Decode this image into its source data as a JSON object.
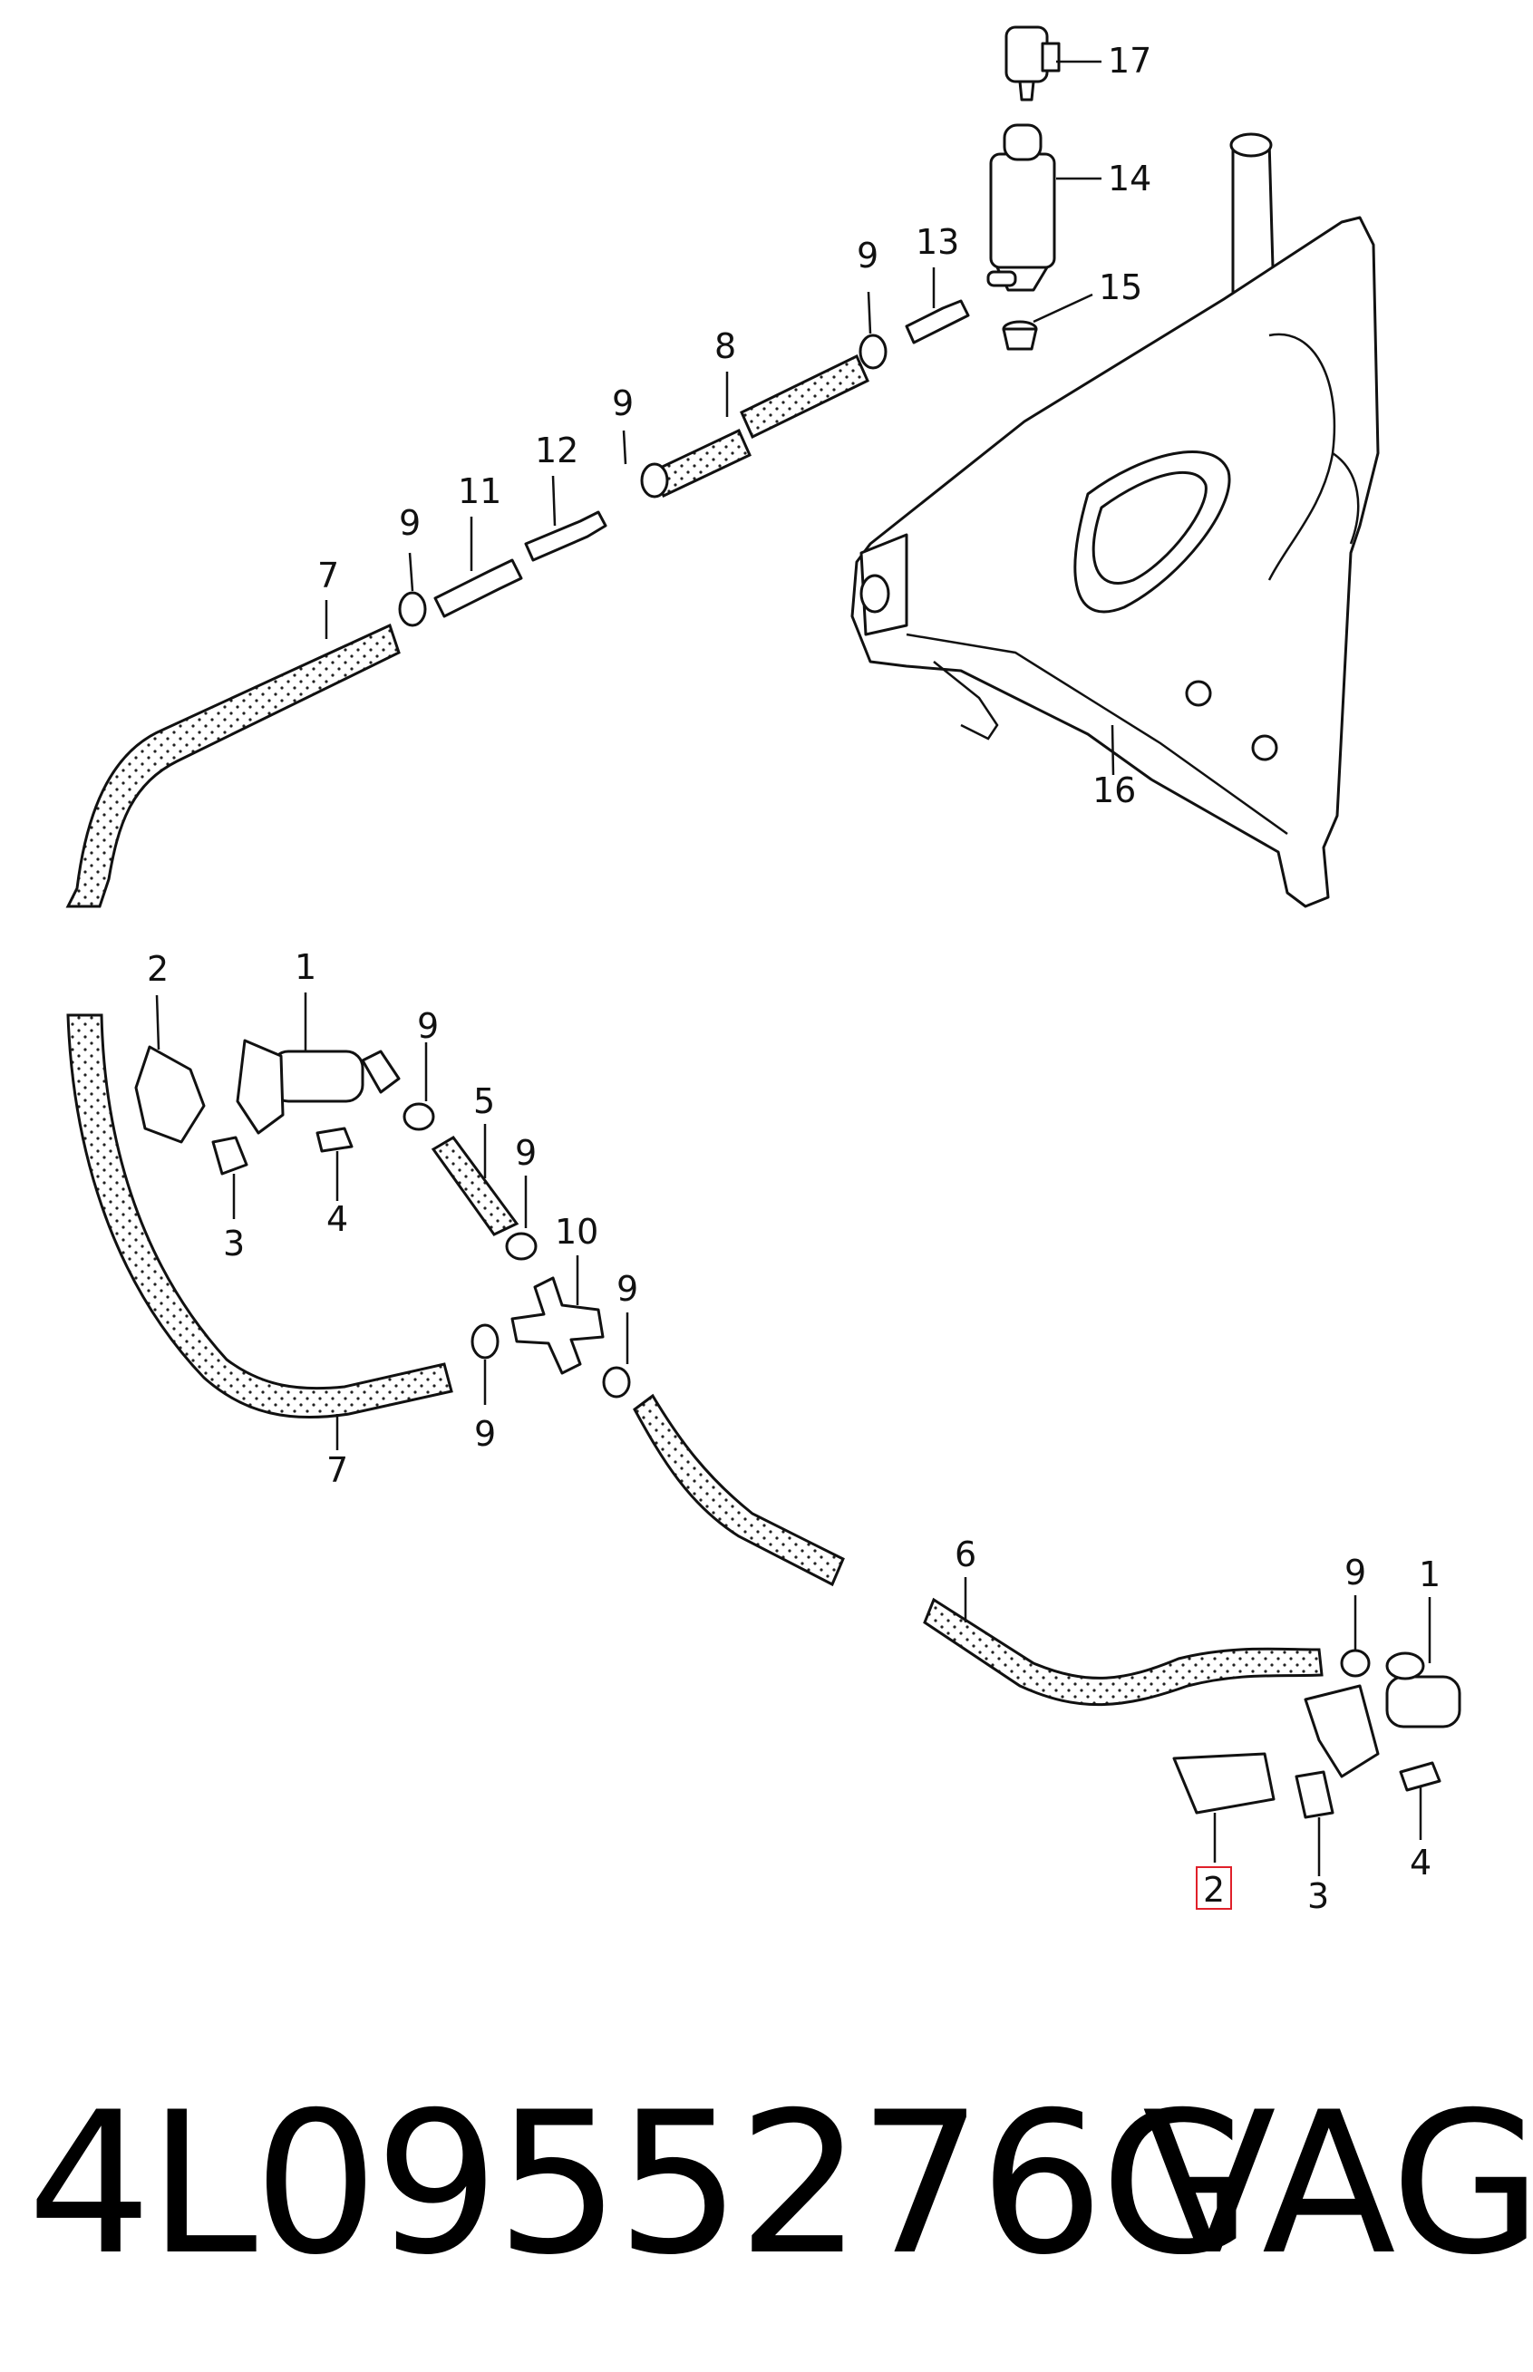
{
  "diagram": {
    "callouts": [
      {
        "id": "c17",
        "text": "17"
      },
      {
        "id": "c14",
        "text": "14"
      },
      {
        "id": "c15",
        "text": "15"
      },
      {
        "id": "c13",
        "text": "13"
      },
      {
        "id": "c9a",
        "text": "9"
      },
      {
        "id": "c8",
        "text": "8"
      },
      {
        "id": "c9b",
        "text": "9"
      },
      {
        "id": "c12",
        "text": "12"
      },
      {
        "id": "c11",
        "text": "11"
      },
      {
        "id": "c9c",
        "text": "9"
      },
      {
        "id": "c7a",
        "text": "7"
      },
      {
        "id": "c16",
        "text": "16"
      },
      {
        "id": "c2a",
        "text": "2"
      },
      {
        "id": "c1a",
        "text": "1"
      },
      {
        "id": "c9d",
        "text": "9"
      },
      {
        "id": "c5",
        "text": "5"
      },
      {
        "id": "c9e",
        "text": "9"
      },
      {
        "id": "c10",
        "text": "10"
      },
      {
        "id": "c3a",
        "text": "3"
      },
      {
        "id": "c4a",
        "text": "4"
      },
      {
        "id": "c9f",
        "text": "9"
      },
      {
        "id": "c9g",
        "text": "9"
      },
      {
        "id": "c7b",
        "text": "7"
      },
      {
        "id": "c6",
        "text": "6"
      },
      {
        "id": "c9h",
        "text": "9"
      },
      {
        "id": "c1b",
        "text": "1"
      },
      {
        "id": "c4b",
        "text": "4"
      },
      {
        "id": "c2b",
        "text": "2"
      },
      {
        "id": "c3b",
        "text": "3"
      }
    ],
    "highlighted_callout": "2"
  },
  "footer": {
    "part_number": "4L0955276G",
    "brand": "VAG"
  },
  "colors": {
    "line": "#111111",
    "highlight": "#e0202a",
    "background": "#ffffff"
  }
}
